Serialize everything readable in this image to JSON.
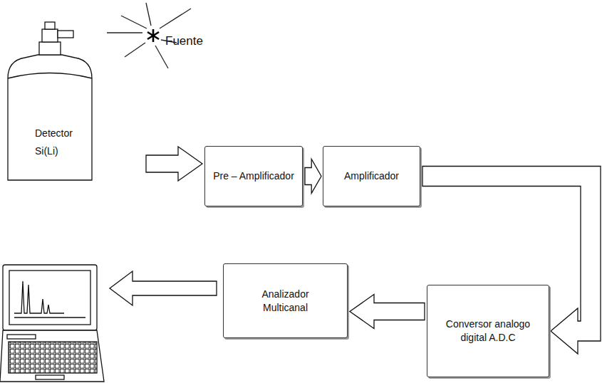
{
  "diagram": {
    "nodes": [
      {
        "text": [
          "Detector Si(Li)"
        ]
      },
      {
        "text": [
          "Pre – Amplificador"
        ]
      },
      {
        "text": [
          "Amplificador"
        ]
      },
      {
        "text": [
          "Conversor analogo digital A.D.C"
        ]
      },
      {
        "text": [
          "Analizador Multicanal"
        ]
      }
    ],
    "edges": [
      {
        "from": 0,
        "to": 1,
        "arrow": "to"
      },
      {
        "from": 1,
        "to": 2,
        "arrow": "to"
      },
      {
        "from": 2,
        "to": 3,
        "arrow": "to"
      },
      {
        "from": 3,
        "to": 4,
        "arrow": "to"
      }
    ],
    "labels": [
      "Fuente"
    ]
  }
}
